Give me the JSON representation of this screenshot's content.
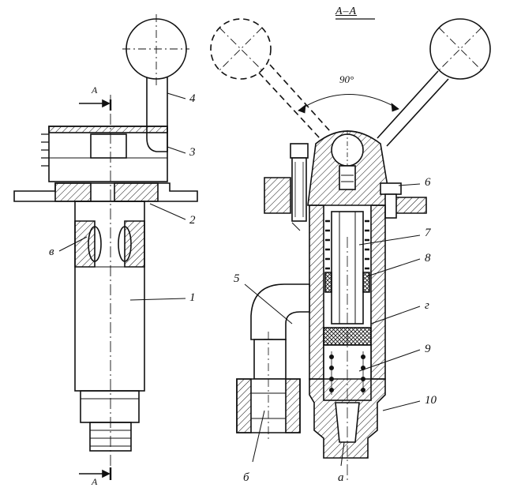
{
  "figure": {
    "section_title": "A–A",
    "angle_label": "90°",
    "section_marks": {
      "top": "A",
      "bottom": "A"
    },
    "callouts": {
      "n1": "1",
      "n2": "2",
      "n3": "3",
      "n4": "4",
      "n5": "5",
      "n6": "6",
      "n7": "7",
      "n8": "8",
      "n9": "9",
      "n10": "10",
      "letter_v": "в",
      "letter_g": "г",
      "letter_b": "б",
      "letter_a": "а"
    }
  }
}
